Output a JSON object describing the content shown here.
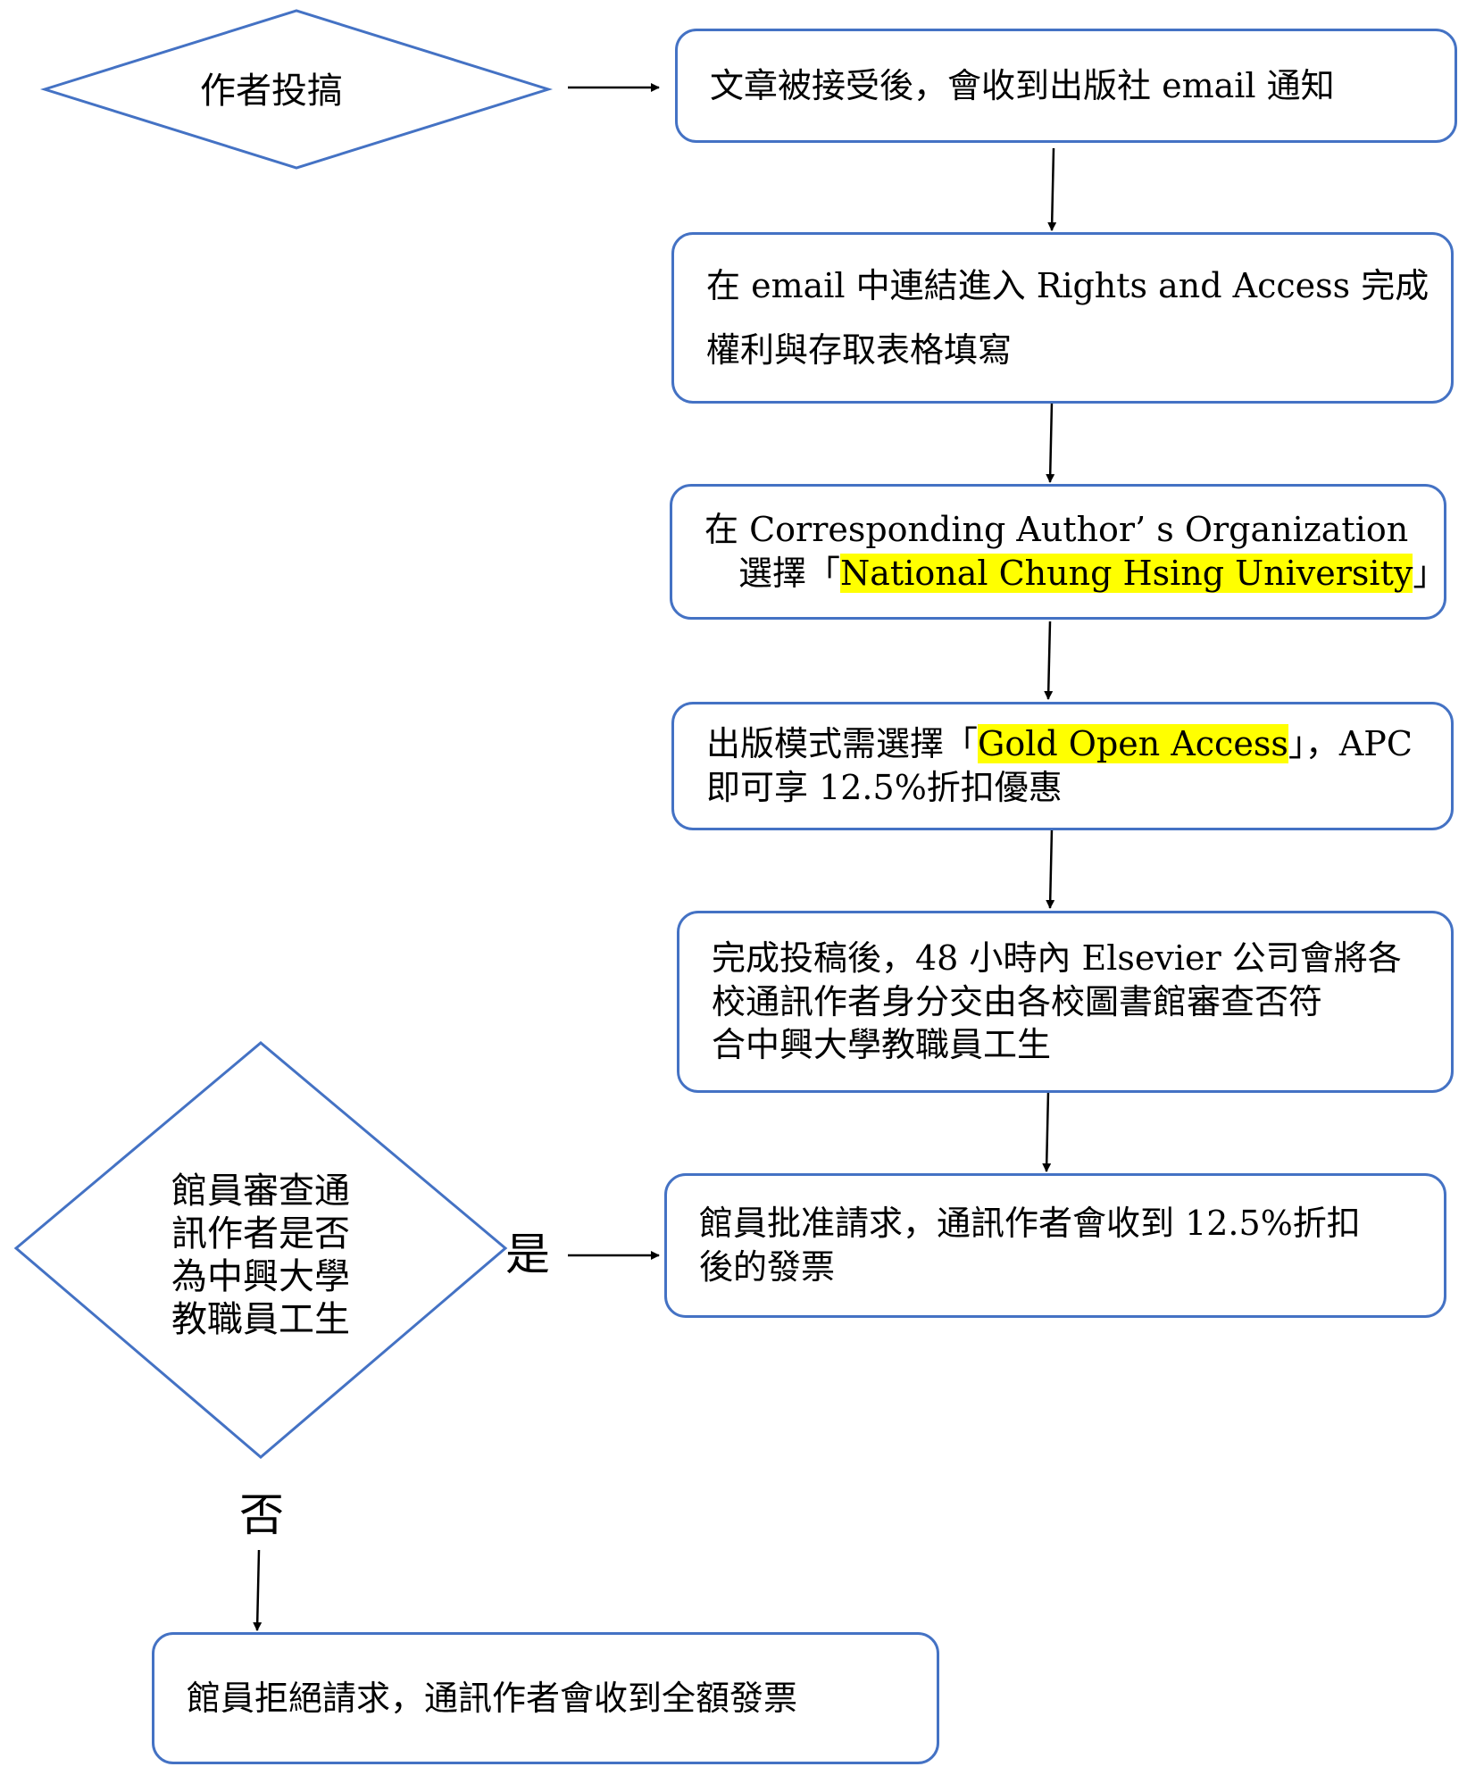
{
  "colors": {
    "shape_border": "#4472c4",
    "highlight": "#ffff00",
    "arrow": "#000000"
  },
  "start": {
    "label": "作者投搞"
  },
  "steps": [
    {
      "lines": [
        "文章被接受後，會收到出版社 email 通知"
      ]
    },
    {
      "lines": [
        "在 email 中連結進入 Rights and Access 完成",
        "權利與存取表格填寫"
      ]
    },
    {
      "line1": "在 Corresponding Author’ s Organization",
      "line2_prefix": "　選擇「",
      "line2_highlight": "National Chung Hsing University",
      "line2_suffix": "」"
    },
    {
      "line1_prefix": "出版模式需選擇「",
      "line1_highlight": "Gold Open Access",
      "line1_suffix": "」，APC",
      "line2": "即可享 12.5%折扣優惠"
    },
    {
      "lines": [
        "完成投稿後，48 小時內 Elsevier 公司會將各",
        "校通訊作者身分交由各校圖書館審查否符",
        "合中興大學教職員工生"
      ]
    },
    {
      "lines": [
        "館員批准請求，通訊作者會收到 12.5%折扣",
        "後的發票"
      ]
    }
  ],
  "decision": {
    "lines": [
      "館員審查通",
      "訊作者是否",
      "為中興大學",
      "教職員工生"
    ],
    "yes_label": "是",
    "no_label": "否"
  },
  "reject": {
    "label": "館員拒絕請求，通訊作者會收到全額發票"
  }
}
